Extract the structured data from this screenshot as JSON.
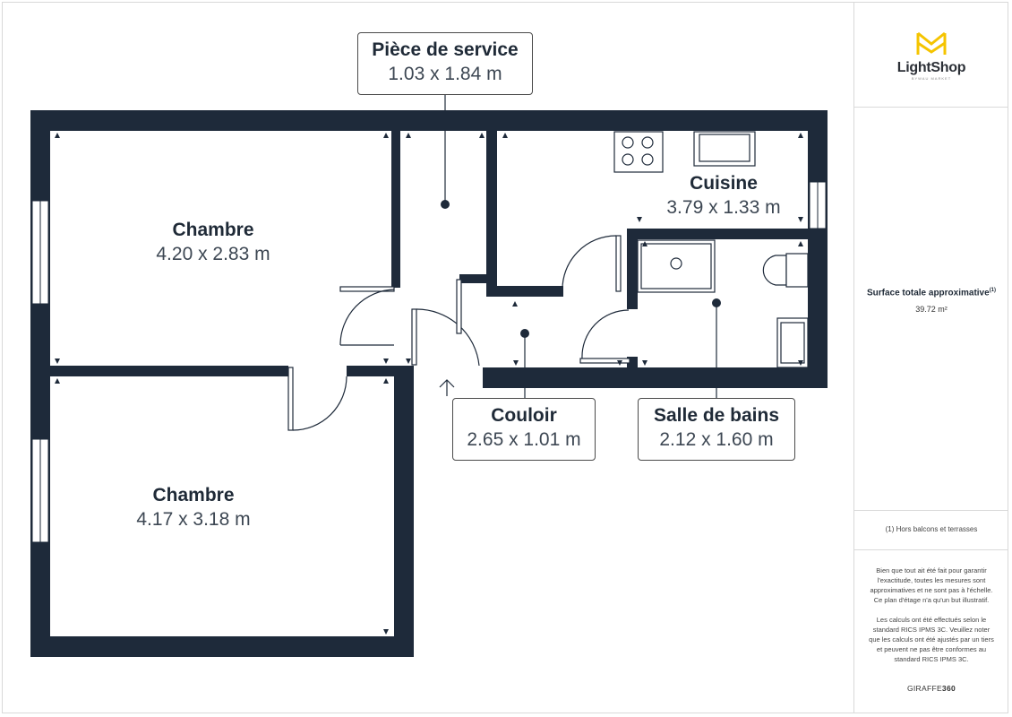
{
  "rooms": {
    "piece_service": {
      "name": "Pièce de service",
      "dims": "1.03 x 1.84 m"
    },
    "cuisine": {
      "name": "Cuisine",
      "dims": "3.79 x 1.33 m"
    },
    "chambre_haut": {
      "name": "Chambre",
      "dims": "4.20 x 2.83 m"
    },
    "chambre_bas": {
      "name": "Chambre",
      "dims": "4.17 x 3.18 m"
    },
    "couloir": {
      "name": "Couloir",
      "dims": "2.65 x 1.01 m"
    },
    "salle_de_bains": {
      "name": "Salle de bains",
      "dims": "2.12 x 1.60 m"
    }
  },
  "sidebar": {
    "logo": {
      "brand": "LightShop",
      "tagline": "BYWAU MARKET"
    },
    "surface": {
      "title": "Surface totale approximative",
      "note_ref": "(1)",
      "value": "39.72 m²"
    },
    "footnote": "(1) Hors balcons et terrasses",
    "disclaimer_1": "Bien que tout ait été fait pour garantir l'exactitude, toutes les mesures sont approximatives et ne sont pas à l'échelle. Ce plan d'étage n'a qu'un but illustratif.",
    "disclaimer_2": "Les calculs ont été effectués selon le standard RICS IPMS 3C. Veuillez noter que les calculs ont été ajustés par un tiers et peuvent ne pas être conformes au standard RICS IPMS 3C.",
    "credit_a": "GIRAFFE",
    "credit_b": "360"
  },
  "colors": {
    "wall": "#1e2a3a",
    "accent": "#f5c400",
    "text": "#26323f"
  }
}
